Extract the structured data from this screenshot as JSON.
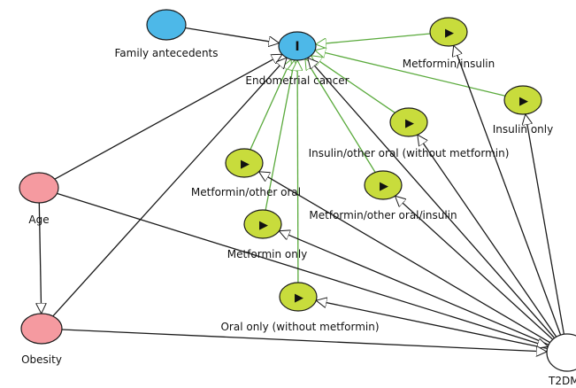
{
  "colors": {
    "outcome_fill": "#4db8e8",
    "exposure_fill": "#c8dc3c",
    "confounder_fill": "#f59aa0",
    "ancestor_fill": "#4db8e8",
    "plain_fill": "#ffffff",
    "causal_edge": "#1a1a1a",
    "exposure_edge": "#5aaa3c"
  },
  "nodes": [
    {
      "id": "family",
      "label": "Family antecedents",
      "kind": "ancestor"
    },
    {
      "id": "ec",
      "label": "Endometrial cancer",
      "kind": "outcome",
      "glyph": "I"
    },
    {
      "id": "mi",
      "label": "Metformin/insulin",
      "kind": "exposure",
      "glyph": "▶"
    },
    {
      "id": "io",
      "label": "Insulin only",
      "kind": "exposure",
      "glyph": "▶"
    },
    {
      "id": "ioo",
      "label": "Insulin/other oral (without metformin)",
      "kind": "exposure",
      "glyph": "▶"
    },
    {
      "id": "moo",
      "label": "Metformin/other oral",
      "kind": "exposure",
      "glyph": "▶"
    },
    {
      "id": "mooi",
      "label": "Metformin/other oral/insulin",
      "kind": "exposure",
      "glyph": "▶"
    },
    {
      "id": "mo",
      "label": "Metformin only",
      "kind": "exposure",
      "glyph": "▶"
    },
    {
      "id": "oo",
      "label": "Oral only (without metformin)",
      "kind": "exposure",
      "glyph": "▶"
    },
    {
      "id": "age",
      "label": "Age",
      "kind": "confounder"
    },
    {
      "id": "obesity",
      "label": "Obesity",
      "kind": "confounder"
    },
    {
      "id": "t2dm",
      "label": "T2DM",
      "kind": "plain"
    }
  ],
  "edges": [
    {
      "from": "family",
      "to": "ec",
      "kind": "causal"
    },
    {
      "from": "mi",
      "to": "ec",
      "kind": "exposure"
    },
    {
      "from": "io",
      "to": "ec",
      "kind": "exposure"
    },
    {
      "from": "ioo",
      "to": "ec",
      "kind": "exposure"
    },
    {
      "from": "moo",
      "to": "ec",
      "kind": "exposure"
    },
    {
      "from": "mooi",
      "to": "ec",
      "kind": "exposure"
    },
    {
      "from": "mo",
      "to": "ec",
      "kind": "exposure"
    },
    {
      "from": "oo",
      "to": "ec",
      "kind": "exposure"
    },
    {
      "from": "age",
      "to": "ec",
      "kind": "causal"
    },
    {
      "from": "obesity",
      "to": "ec",
      "kind": "causal"
    },
    {
      "from": "age",
      "to": "obesity",
      "kind": "causal"
    },
    {
      "from": "t2dm",
      "to": "ec",
      "kind": "causal"
    },
    {
      "from": "t2dm",
      "to": "mi",
      "kind": "causal"
    },
    {
      "from": "t2dm",
      "to": "io",
      "kind": "causal"
    },
    {
      "from": "t2dm",
      "to": "ioo",
      "kind": "causal"
    },
    {
      "from": "t2dm",
      "to": "moo",
      "kind": "causal"
    },
    {
      "from": "t2dm",
      "to": "mooi",
      "kind": "causal"
    },
    {
      "from": "t2dm",
      "to": "mo",
      "kind": "causal"
    },
    {
      "from": "t2dm",
      "to": "oo",
      "kind": "causal"
    },
    {
      "from": "age",
      "to": "t2dm",
      "kind": "causal"
    },
    {
      "from": "obesity",
      "to": "t2dm",
      "kind": "causal"
    }
  ]
}
